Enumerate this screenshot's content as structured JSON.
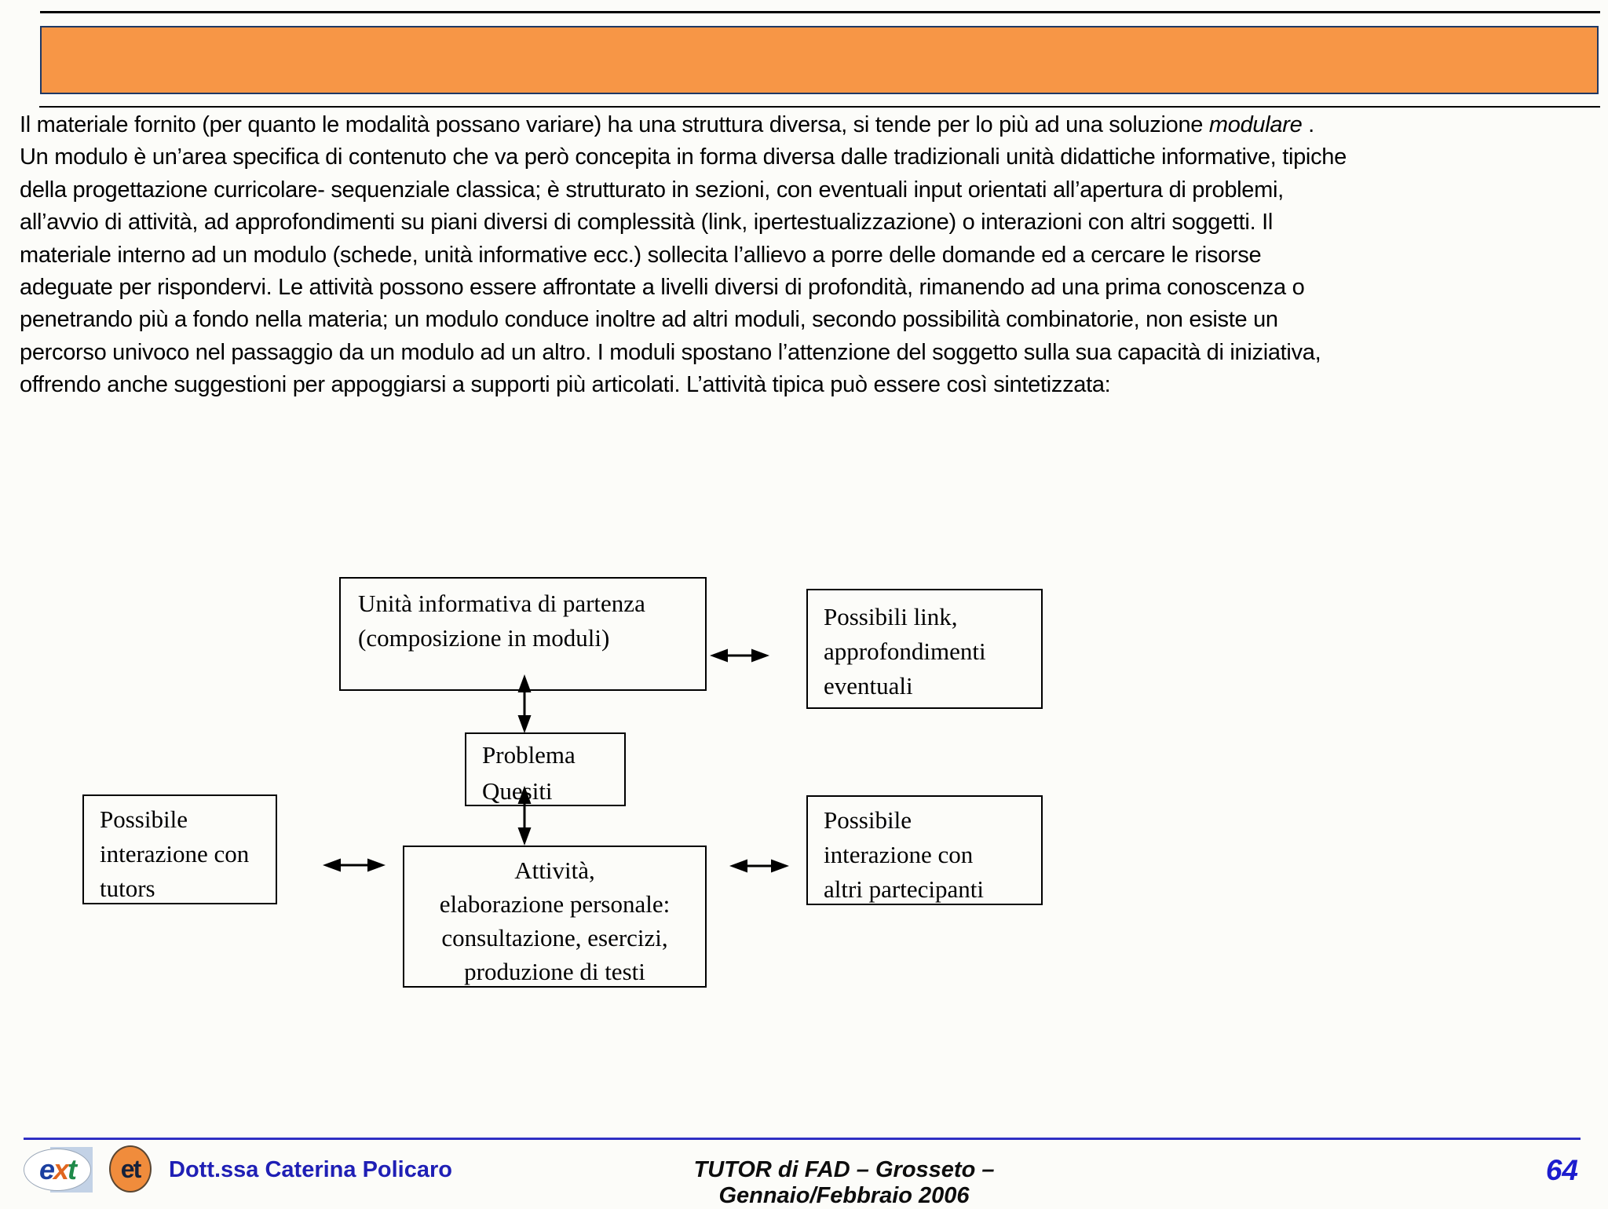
{
  "title_bar": {
    "fill_color": "#F79646",
    "border_color": "#1F3864"
  },
  "paragraph": {
    "line1_pre": "Il materiale fornito (per quanto le modalità possano variare) ha una struttura diversa, si tende per lo più ad una soluzione ",
    "line1_italic": "modulare",
    "line1_post": " .",
    "lines": [
      "Un modulo è un’area specifica di contenuto che va però concepita in forma diversa dalle tradizionali unità didattiche informative, tipiche",
      "della progettazione curricolare- sequenziale classica; è strutturato in sezioni, con eventuali input orientati all’apertura di problemi,",
      "all’avvio di attività, ad approfondimenti su piani diversi di complessità (link, ipertestualizzazione) o interazioni con altri soggetti. Il",
      "materiale interno ad un modulo (schede, unità informative ecc.) sollecita l’allievo a porre delle domande ed a cercare le risorse",
      "adeguate per rispondervi. Le attività possono essere affrontate a livelli diversi di profondità, rimanendo ad una prima conoscenza o",
      "penetrando più a fondo nella materia; un modulo conduce inoltre ad altri moduli, secondo possibilità combinatorie, non esiste un",
      "percorso univoco nel passaggio da un modulo ad un altro. I moduli spostano l’attenzione del soggetto sulla sua capacità di iniziativa,",
      "offrendo anche suggestioni per appoggiarsi a supporti più articolati. L’attività tipica può essere così sintetizzata:"
    ]
  },
  "diagram": {
    "unit_box": "Unità informativa di partenza\n(composizione in moduli)",
    "links_box": "Possibili link,\napprofondimenti\neventuali",
    "problem_box": "Problema\nQuesiti",
    "tutors_box": "Possibile\ninterazione con\ntutors",
    "activity_box": "Attività,\nelaborazione personale:\nconsultazione, esercizi,\nproduzione di testi",
    "participants_box": "Possibile\ninterazione con\naltri partecipanti"
  },
  "footer": {
    "author": "Dott.ssa Caterina Policaro",
    "course": "TUTOR di FAD – Grosseto – Gennaio/Febbraio  2006",
    "page_number": "64",
    "logo_ext": "ext",
    "logo_et": "et",
    "rule_color": "#2F2FC4",
    "author_color": "#1F1FB5",
    "page_number_color": "#1C1CCE"
  }
}
